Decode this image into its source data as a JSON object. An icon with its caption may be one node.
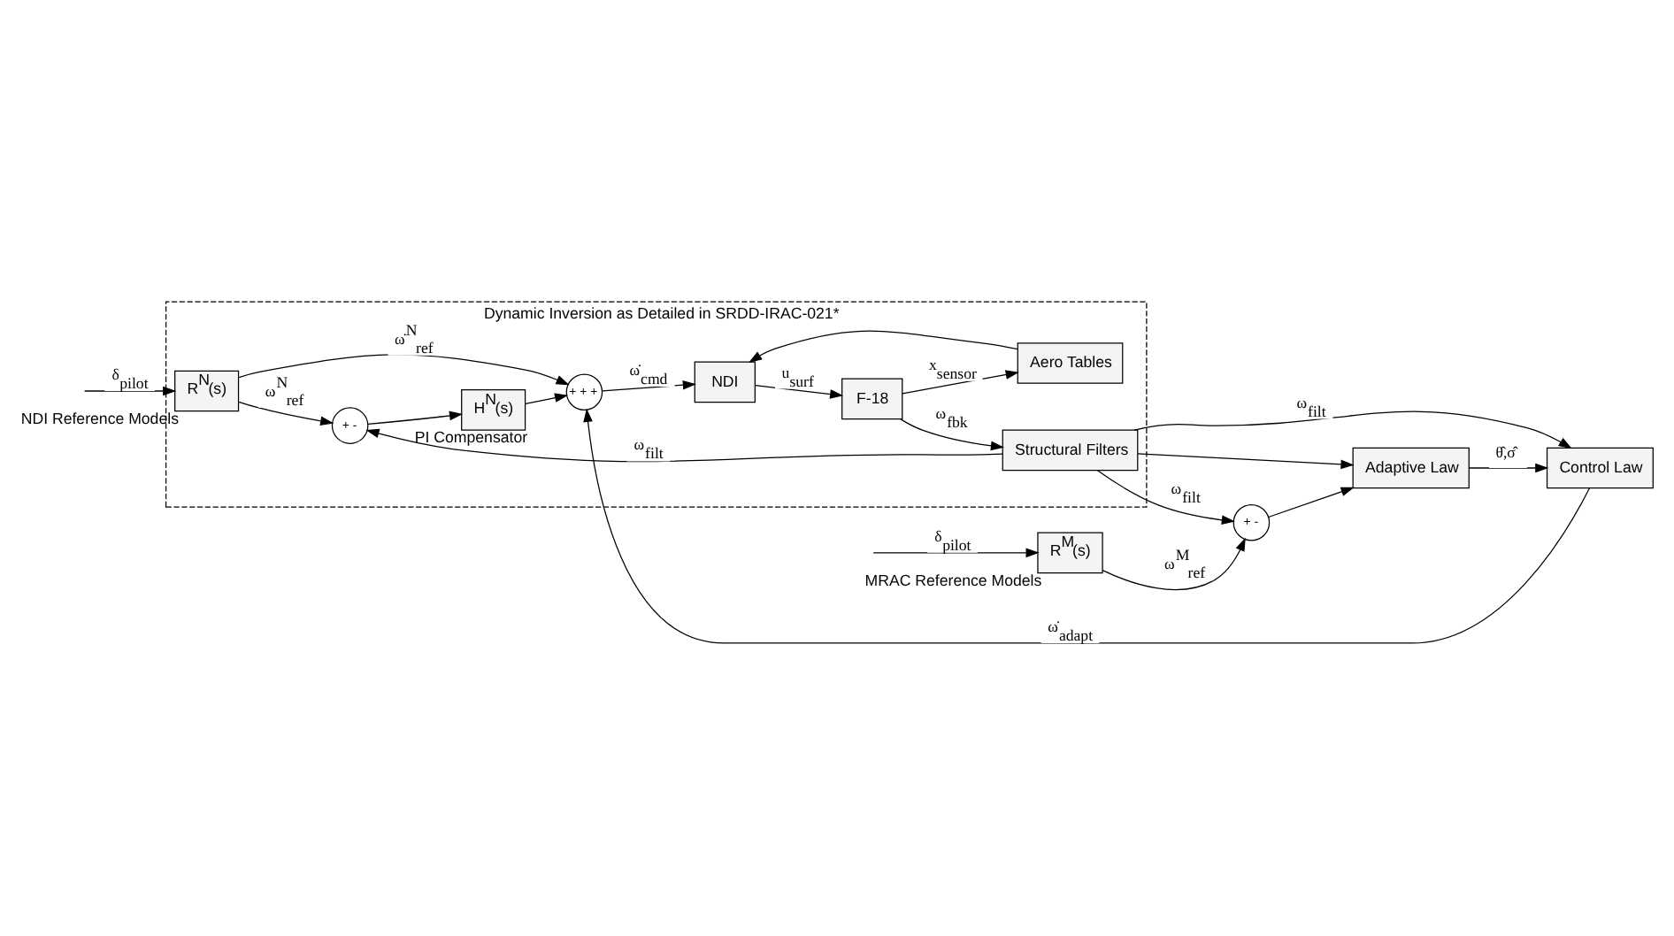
{
  "diagram": {
    "nodes": [
      {
        "text": [
          "Dynamic Inversion as Detailed in SRDD-IRAC-021*"
        ]
      },
      {
        "text": [
          "R$^{N}$(s)"
        ],
        "in": 0,
        "beside": [
          "NDI Reference Models"
        ]
      },
      {
        "text": [
          "+ -"
        ],
        "in": 0
      },
      {
        "text": [
          "H$^{N}$(s)"
        ],
        "in": 0,
        "beside": [
          "PI Compensator"
        ]
      },
      {
        "text": [
          "+ + +"
        ],
        "in": 0
      },
      {
        "text": [
          "NDI"
        ],
        "in": 0
      },
      {
        "text": [
          "Aero Tables"
        ],
        "in": 0
      },
      {
        "text": [
          "F-18"
        ],
        "in": 0
      },
      {
        "text": [
          "Structural Filters"
        ],
        "in": 0
      },
      {
        "text": [
          "Control Law"
        ]
      },
      {
        "text": [
          "R$^{M}$(s)"
        ],
        "beside": [
          "MRAC Reference Models"
        ]
      },
      {
        "text": [
          "+ -"
        ]
      },
      {
        "text": [
          "Adaptive Law"
        ]
      }
    ],
    "edges": [
      {
        "from": null,
        "to": 1,
        "arrow": "to",
        "label": "δ$_{pilot}$"
      },
      {
        "from": 1,
        "to": 2,
        "arrow": "to",
        "label": "ω$^{N}$$_{ref}$"
      },
      {
        "from": 1,
        "to": 4,
        "arrow": "to",
        "label": "ω̇$^{N}$$_{ref}$"
      },
      {
        "from": 2,
        "to": 3,
        "arrow": "to"
      },
      {
        "from": 3,
        "to": 4,
        "arrow": "to"
      },
      {
        "from": 4,
        "to": 5,
        "arrow": "to",
        "label": "ω̇$_{cmd}$"
      },
      {
        "from": 6,
        "to": 5,
        "arrow": "to"
      },
      {
        "from": 5,
        "to": 7,
        "arrow": "to",
        "label": "u$_{surf}$"
      },
      {
        "from": 7,
        "to": 6,
        "arrow": "to",
        "label": "x$_{sensor}$"
      },
      {
        "from": 7,
        "to": 8,
        "arrow": "to",
        "label": "ω$_{fbk}$"
      },
      {
        "from": 8,
        "to": 2,
        "arrow": "to",
        "label": "ω$_{filt}$"
      },
      {
        "from": 8,
        "to": 9,
        "arrow": "to",
        "label": "ω$_{filt}$"
      },
      {
        "from": 9,
        "to": 4,
        "arrow": "to",
        "label": "ω̇$_{adapt}$"
      },
      {
        "from": null,
        "to": 10,
        "arrow": "to",
        "label": "δ$_{pilot}$"
      },
      {
        "from": 10,
        "to": 11,
        "arrow": "to",
        "label": "ω$^{M}$$_{ref}$"
      },
      {
        "from": 11,
        "to": 12,
        "arrow": "to"
      },
      {
        "from": 12,
        "to": 9,
        "arrow": "to",
        "label": "θ̂,σ̂"
      },
      {
        "from": 8,
        "to": 12,
        "arrow": "to"
      },
      {
        "from": 8,
        "to": 11,
        "arrow": "to",
        "label": "ω$_{filt}$"
      }
    ]
  }
}
